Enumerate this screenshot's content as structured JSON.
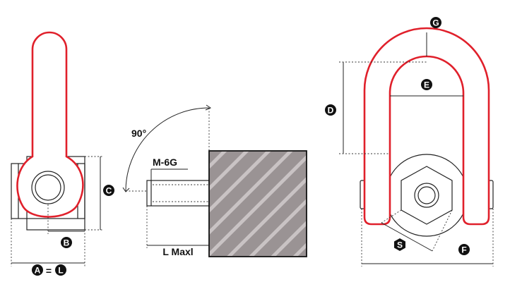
{
  "labels": {
    "a": "A",
    "eq": "=",
    "l": "L",
    "b": "B",
    "c": "C",
    "d": "D",
    "e": "E",
    "f": "F",
    "g": "G",
    "s": "S",
    "angle": "90°",
    "thread": "M-6G",
    "lmax": "L Maxl"
  },
  "colors": {
    "ring": "#e0202b",
    "line": "#222222",
    "block_fill": "#9a9394",
    "block_hatch": "#c8c2c3"
  }
}
